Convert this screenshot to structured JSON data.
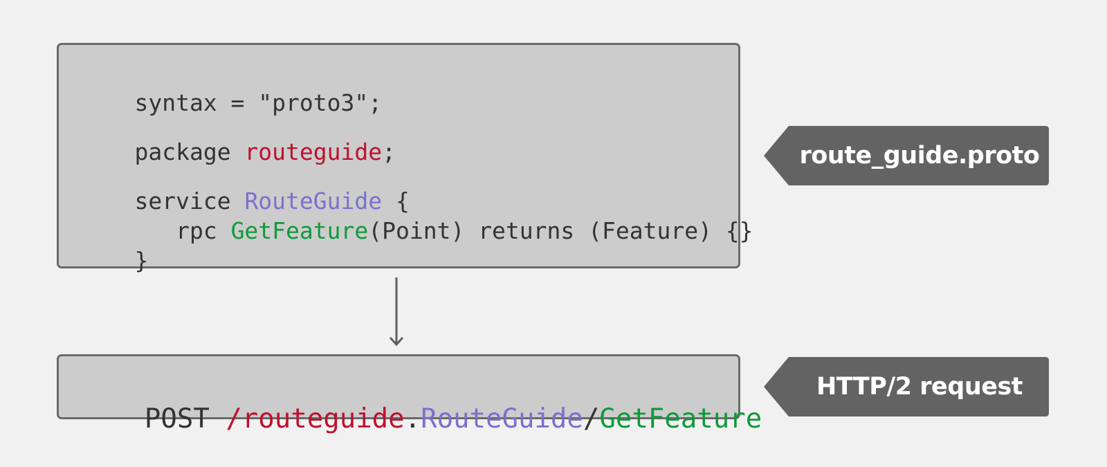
{
  "proto_file": {
    "line1": {
      "text": "syntax = \"proto3\";"
    },
    "line2": {
      "keyword": "package ",
      "package_name": "routeguide",
      "end": ";"
    },
    "line3": {
      "keyword": "service ",
      "service_name": "RouteGuide",
      "end": " {"
    },
    "line4": {
      "indent": "   rpc ",
      "method_name": "GetFeature",
      "rest": "(Point) returns (Feature) {}"
    },
    "line5": {
      "text": "}"
    }
  },
  "http_request": {
    "method": "POST ",
    "path_package": "/routeguide",
    "dot": ".",
    "path_service": "RouteGuide",
    "slash": "/",
    "path_method": "GetFeature"
  },
  "tags": {
    "proto_label": "route_guide.proto",
    "http_label": "HTTP/2 request"
  },
  "colors": {
    "background": "#f1f1f1",
    "box_fill": "#cccccc",
    "box_border": "#6a6a6a",
    "tag_fill": "#636363",
    "package_color": "#c0102e",
    "service_color": "#7b70cc",
    "method_color": "#0e9a3a",
    "text_color": "#333333"
  },
  "icons": {
    "connector": "down-arrow-icon"
  }
}
